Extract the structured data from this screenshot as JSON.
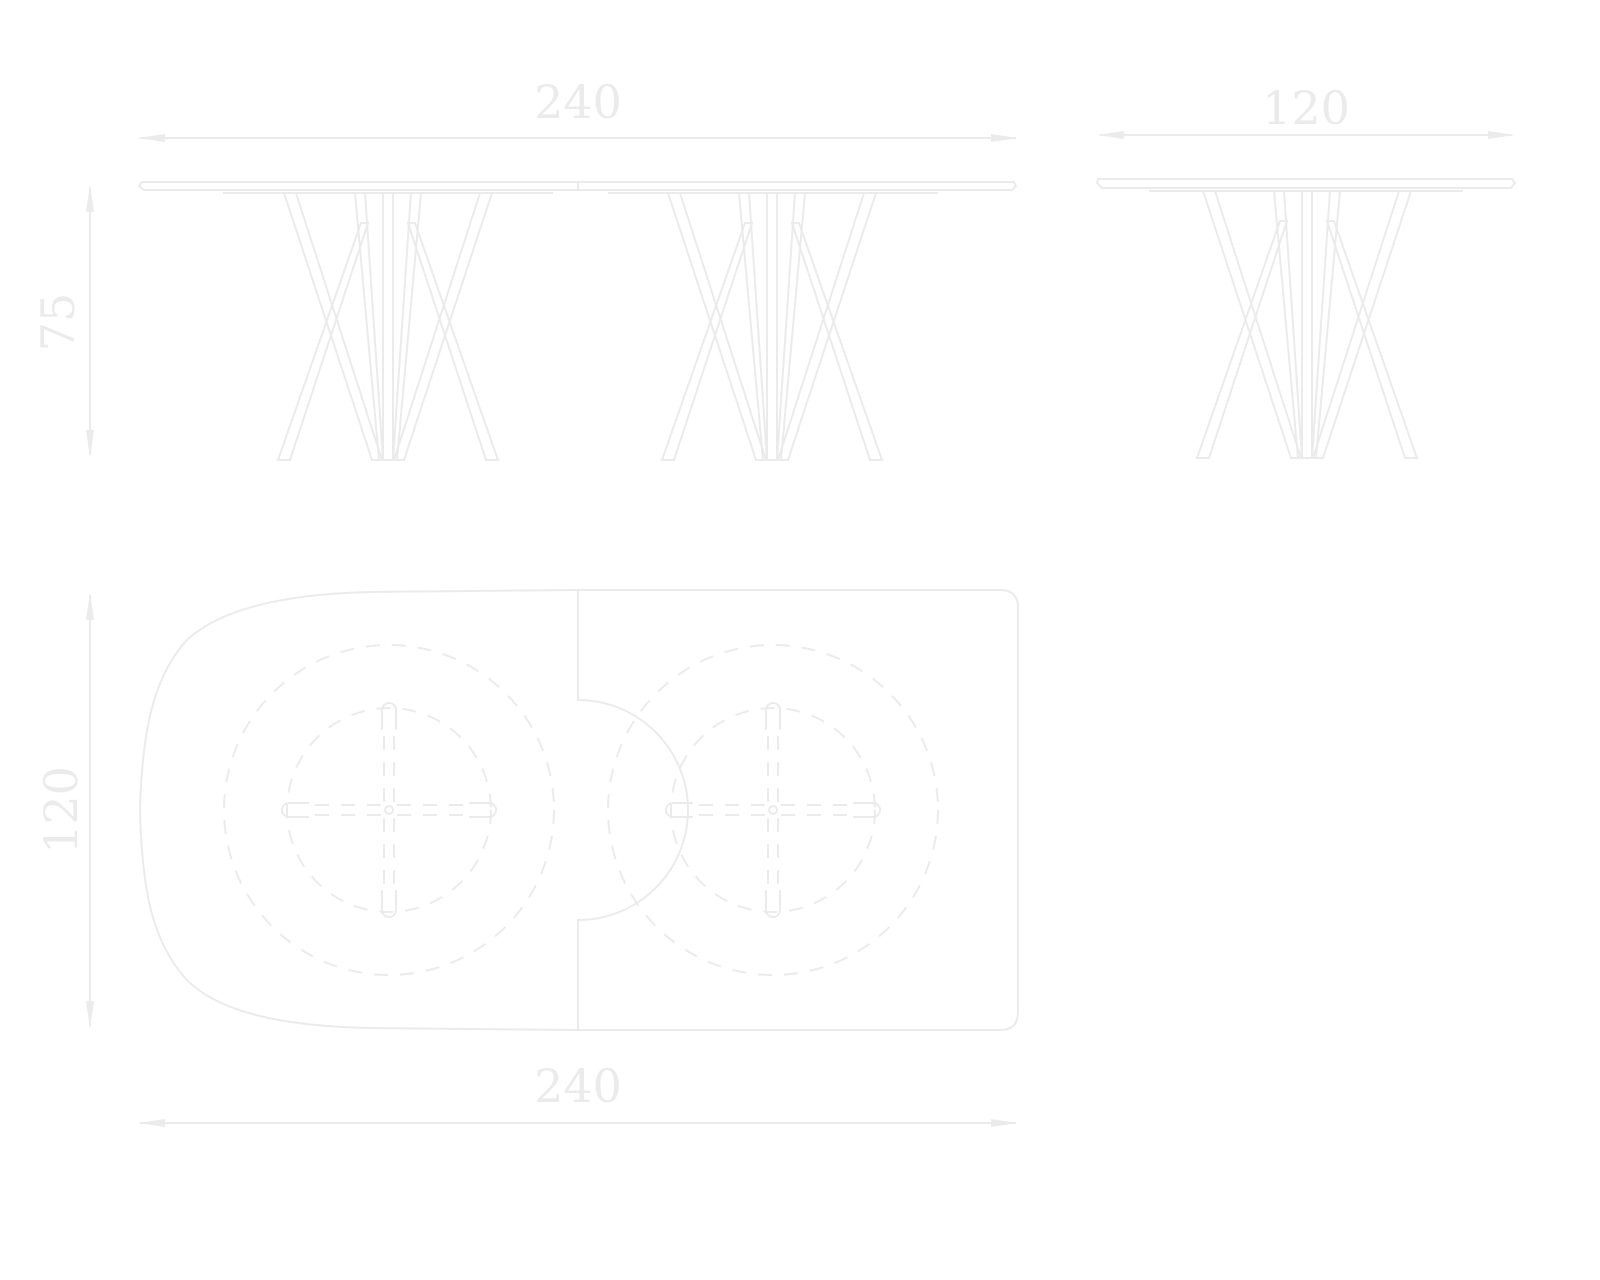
{
  "drawing": {
    "front_view": {
      "width_label": "240",
      "height_label": "75"
    },
    "side_view": {
      "width_label": "120"
    },
    "plan_view": {
      "depth_label": "120",
      "width_label": "240"
    }
  },
  "colors": {
    "line": "#ebebeb",
    "background": "#ffffff"
  }
}
